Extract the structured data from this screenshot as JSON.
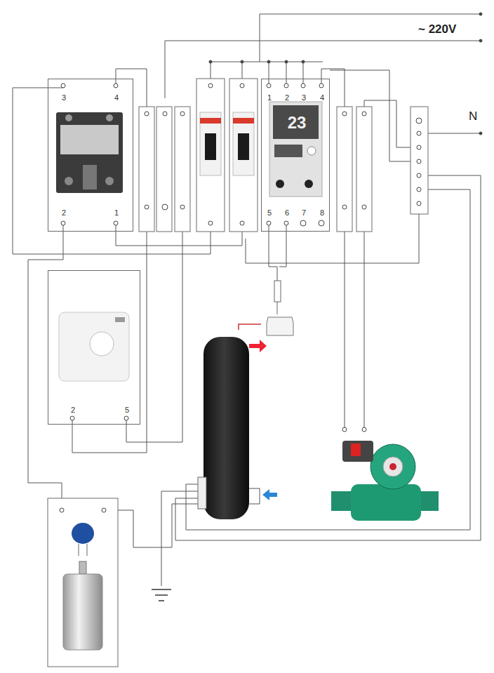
{
  "diagram": {
    "nodes": [
      {
        "text": [
          "3",
          "4",
          "2",
          "1"
        ]
      },
      {
        "text": [
          "1",
          "2",
          "3",
          "4",
          "23",
          "5",
          "6",
          "7",
          "8"
        ]
      },
      {
        "text": [
          "2",
          "5"
        ]
      }
    ],
    "labels": [
      "~ 220V",
      "N"
    ]
  }
}
